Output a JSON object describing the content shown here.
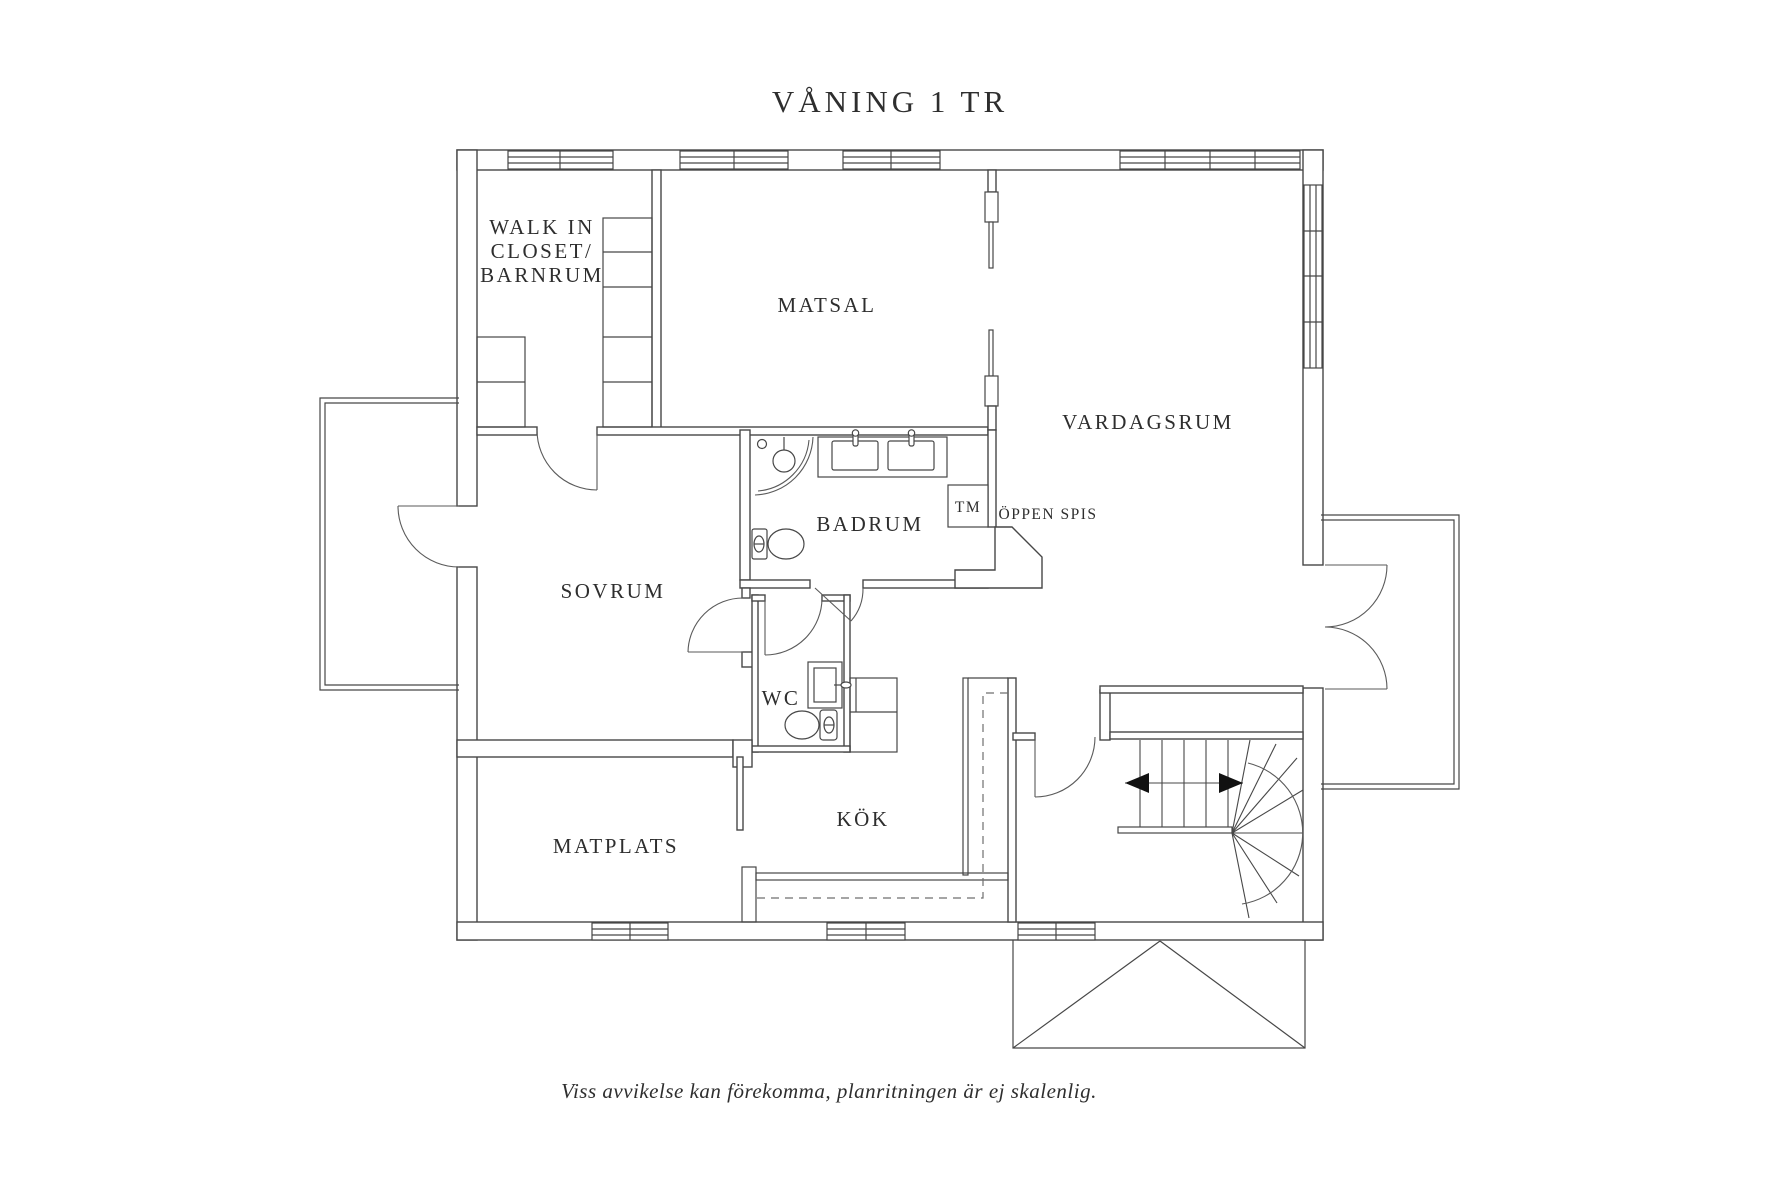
{
  "title": "VÅNING 1 TR",
  "footer": {
    "disclaimer": "Viss avvikelse kan förekomma, planritningen är ej skalenlig."
  },
  "rooms": {
    "walk_in_closet": {
      "line1": "WALK IN",
      "line2": "CLOSET/",
      "line3": "BARNRUM"
    },
    "matsal": {
      "label": "MATSAL"
    },
    "vardagsrum": {
      "label": "VARDAGSRUM"
    },
    "sovrum": {
      "label": "SOVRUM"
    },
    "badrum": {
      "label": "BADRUM"
    },
    "wc": {
      "label": "WC"
    },
    "kok": {
      "label": "KÖK"
    },
    "matplats": {
      "label": "MATPLATS"
    },
    "oppen_spis": {
      "label": "ÖPPEN SPIS"
    },
    "tm": {
      "label": "TM"
    }
  },
  "colors": {
    "line": "#474747",
    "text": "#2e2e2e",
    "background": "#ffffff"
  }
}
